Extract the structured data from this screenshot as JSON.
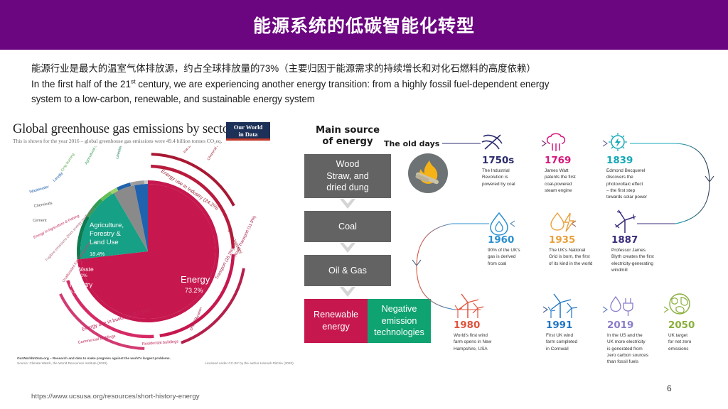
{
  "header": {
    "title": "能源系统的低碳智能化转型",
    "bg_color": "#6B0580"
  },
  "intro": {
    "line_cn": "能源行业是最大的温室气体排放源，约占全球排放量的73%（主要归因于能源需求的持续增长和对化石燃料的高度依赖）",
    "line_en_1_a": "In the first half of the 21",
    "line_en_1_sup": "st",
    "line_en_1_b": " century, we are experiencing another energy transition: from a highly fossil fuel-dependent energy",
    "line_en_2": "system to a low-carbon, renewable, and sustainable energy system"
  },
  "owid": {
    "title": "Global greenhouse gas emissions by sector",
    "subtitle": "This is shown for the year 2016 – global greenhouse gas emissions were 49.4 billion tonnes CO₂eq.",
    "logo_line1": "Our World",
    "logo_line2": "in Data",
    "credit_left": "OurWorldInData.org – Research and data to make progress against the world's largest problems.",
    "credit_left2": "Source: Climate Watch, the World Resources Institute (2020).",
    "credit_right": "Licensed under CC-BY by the author Hannah Ritchie (2020).",
    "inner_segments": [
      {
        "label": "Energy",
        "value": "73.2%",
        "pct": 73.2,
        "color": "#C6174E"
      },
      {
        "label": "Agriculture, Forestry & Land Use",
        "value": "18.4%",
        "pct": 18.4,
        "color": "#16A085"
      },
      {
        "label": "Industry",
        "value": "5.2%",
        "pct": 5.2,
        "color": "#8a8a8a"
      },
      {
        "label": "Waste",
        "value": "3.2%",
        "pct": 3.2,
        "color": "#2062AD"
      }
    ],
    "outer_labels": [
      "Energy use in Industry (24.2%)",
      "Other Industry",
      "Transport (16.2%)",
      "Road Transport (11.9%)",
      "Energy use in buildings (17.5%)",
      "Residential buildings",
      "Commercial buildings",
      "Unallocated fuel combustion",
      "Fugitive emissions (from energy production)",
      "Energy in Agriculture & Fishing",
      "Cement",
      "Chemicals",
      "Wastewater",
      "Landfill",
      "Crop burning",
      "Agricultural soils",
      "Livestock & manure",
      "Iron and steel",
      "Chemical & petrochemical",
      "Aviation",
      "Shipping"
    ]
  },
  "main_source": {
    "heading_line1": "Main source",
    "heading_line2": "of energy",
    "stages": [
      {
        "label": "Wood\nStraw, and\ndried dung",
        "color": "#636363"
      },
      {
        "label": "Coal",
        "color": "#636363"
      },
      {
        "label": "Oil & Gas",
        "color": "#636363"
      }
    ],
    "final_left": "Renewable\nenergy",
    "final_right": "Negative\nemission\ntechnologies",
    "final_left_color": "#C6174E",
    "final_right_color": "#0FA372"
  },
  "timeline": {
    "old_days_label": "The old days",
    "torch_icon": "torch-flame-icon",
    "events": [
      {
        "year": "1750s",
        "color": "#2B2C6B",
        "icon": "pickaxe-icon",
        "desc": "The Industrial\nRevolution is\npowered by coal",
        "row": 1
      },
      {
        "year": "1769",
        "color": "#D6177C",
        "icon": "steam-engine-icon",
        "desc": "James Watt\npatents the first\ncoal-powered\nsteam engine",
        "row": 1
      },
      {
        "year": "1839",
        "color": "#14A9B8",
        "icon": "solar-sun-icon",
        "desc": "Edmond Becquerel\ndiscovers the\nphotovoltaic effect\n– the first step\ntowards solar power",
        "row": 1
      },
      {
        "year": "1960",
        "color": "#2B8FD0",
        "icon": "gas-flame-drop-icon",
        "desc": "90% of the UK's\ngas is derived\nfrom coal",
        "row": 2
      },
      {
        "year": "1935",
        "color": "#E9A03B",
        "icon": "grid-bolt-icon",
        "desc": "The UK's National\nGrid is born, the first\nof its kind in the world",
        "row": 2
      },
      {
        "year": "1887",
        "color": "#3A2D7D",
        "icon": "windmill-icon",
        "desc": "Professor James\nBlyth creates the first\nelectricity-generating\nwindmill",
        "row": 2
      },
      {
        "year": "1980",
        "color": "#E0523B",
        "icon": "wind-farm-icon",
        "desc": "World's first wind\nfarm opens in New\nHampshire, USA",
        "row": 3
      },
      {
        "year": "1991",
        "color": "#1F76C4",
        "icon": "offshore-wind-icon",
        "desc": "First UK wind\nfarm completed\nin Cornwall",
        "row": 3
      },
      {
        "year": "2019",
        "color": "#8A7BC8",
        "icon": "plug-leaf-icon",
        "desc": "In the US and the\nUK more electricity\nis generated from\nzero carbon sources\nthan fossil fuels",
        "row": 3
      },
      {
        "year": "2050",
        "color": "#8AAE3C",
        "icon": "globe-leaf-icon",
        "desc": "UK target\nfor net zero\nemissions",
        "row": 3
      }
    ]
  },
  "footer": {
    "url": "https://www.ucsusa.org/resources/short-history-energy",
    "page_number": "6"
  }
}
